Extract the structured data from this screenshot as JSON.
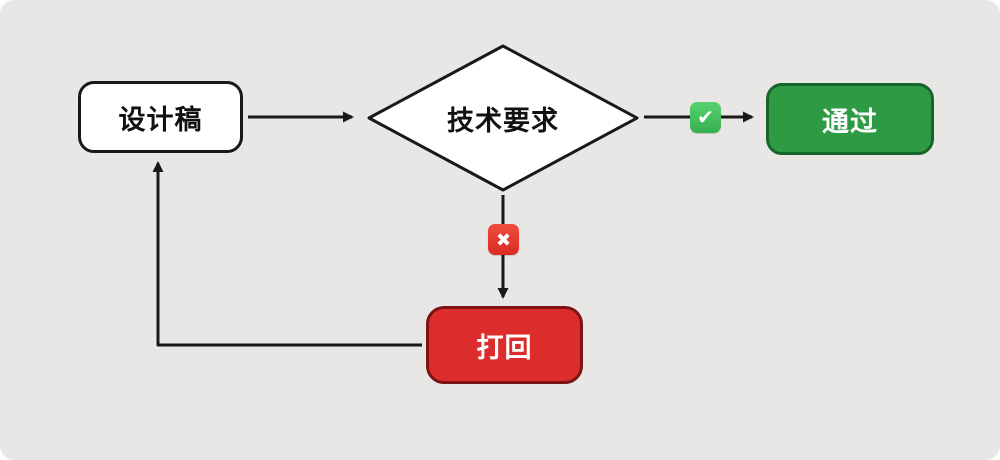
{
  "diagram": {
    "title": "design-review-flowchart",
    "background": "#e8e7e5"
  },
  "nodes": {
    "design": {
      "label": "设计稿",
      "shape": "rounded-rect",
      "fill": "#ffffff"
    },
    "decision": {
      "label": "技术要求",
      "shape": "diamond",
      "fill": "#ffffff"
    },
    "pass": {
      "label": "通过",
      "shape": "rounded-rect",
      "fill": "#2e9b44"
    },
    "reject": {
      "label": "打回",
      "shape": "rounded-rect",
      "fill": "#dd2c2c"
    }
  },
  "icons": {
    "check": {
      "glyph": "✔",
      "color": "#35b04e"
    },
    "cross": {
      "glyph": "✖",
      "color": "#db2b22"
    }
  },
  "edges": [
    {
      "from": "design",
      "to": "decision"
    },
    {
      "from": "decision",
      "to": "pass",
      "condition_icon": "check"
    },
    {
      "from": "decision",
      "to": "reject",
      "condition_icon": "cross"
    },
    {
      "from": "reject",
      "to": "design"
    }
  ],
  "colors": {
    "stroke": "#191919",
    "pass_fill": "#2e9b44",
    "pass_border": "#17652b",
    "reject_fill": "#dd2c2c",
    "reject_border": "#7c1414"
  }
}
